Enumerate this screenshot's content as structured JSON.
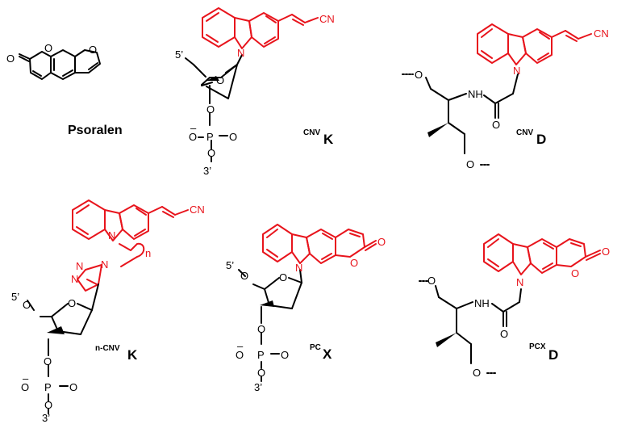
{
  "molecules": {
    "psoralen": {
      "name": "Psoralen"
    },
    "cnvk": {
      "sup": "CNV",
      "main": "K"
    },
    "cnvd": {
      "sup": "CNV",
      "main": "D"
    },
    "ncnvk": {
      "sup": "n-CNV",
      "main": "K"
    },
    "pcx": {
      "sup": "PC",
      "main": "X"
    },
    "pcxd": {
      "sup": "PCX",
      "main": "D"
    }
  },
  "atoms": {
    "O": "O",
    "N": "N",
    "NH": "NH",
    "CN": "CN",
    "P": "P",
    "five_prime": "5’",
    "three_prime": "3’",
    "minus": "–",
    "n": "n"
  },
  "colors": {
    "highlight": "#e8141c",
    "bond": "#000000"
  }
}
